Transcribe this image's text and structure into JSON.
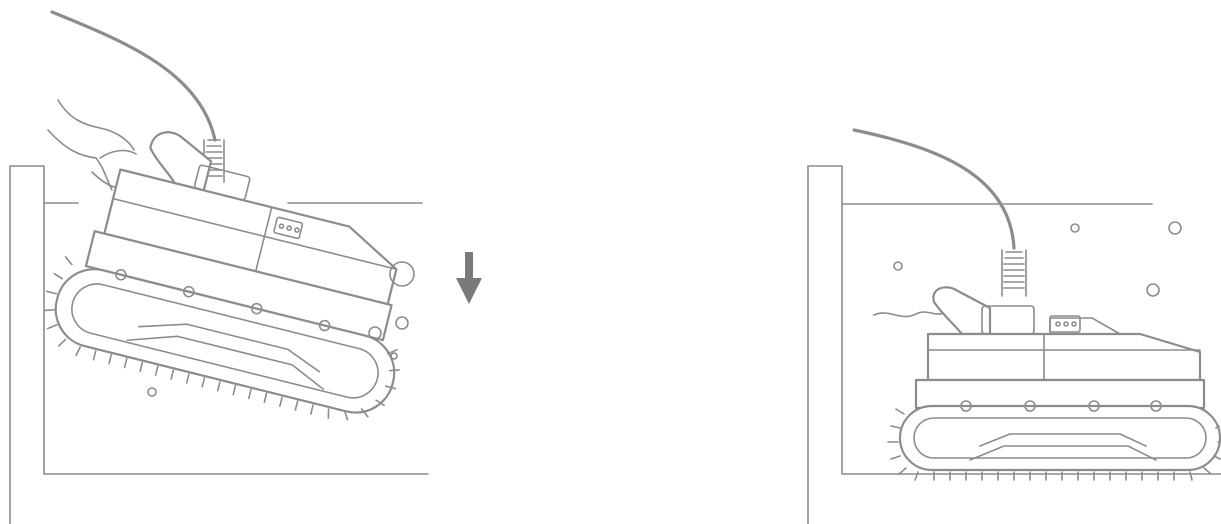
{
  "colors": {
    "background": "#ffffff",
    "line": "#8c8c8c",
    "arrow": "#7a7a7a"
  },
  "panels": [
    {
      "id": "tilted-insertion",
      "robot_pose": "tilted",
      "arrow": "down-arrow-icon"
    },
    {
      "id": "resting-on-floor",
      "robot_pose": "level",
      "arrow": null
    }
  ],
  "icons": [
    "down-arrow-icon",
    "hand-icon",
    "cable-icon",
    "bubble-icon",
    "pool-robot-icon"
  ]
}
